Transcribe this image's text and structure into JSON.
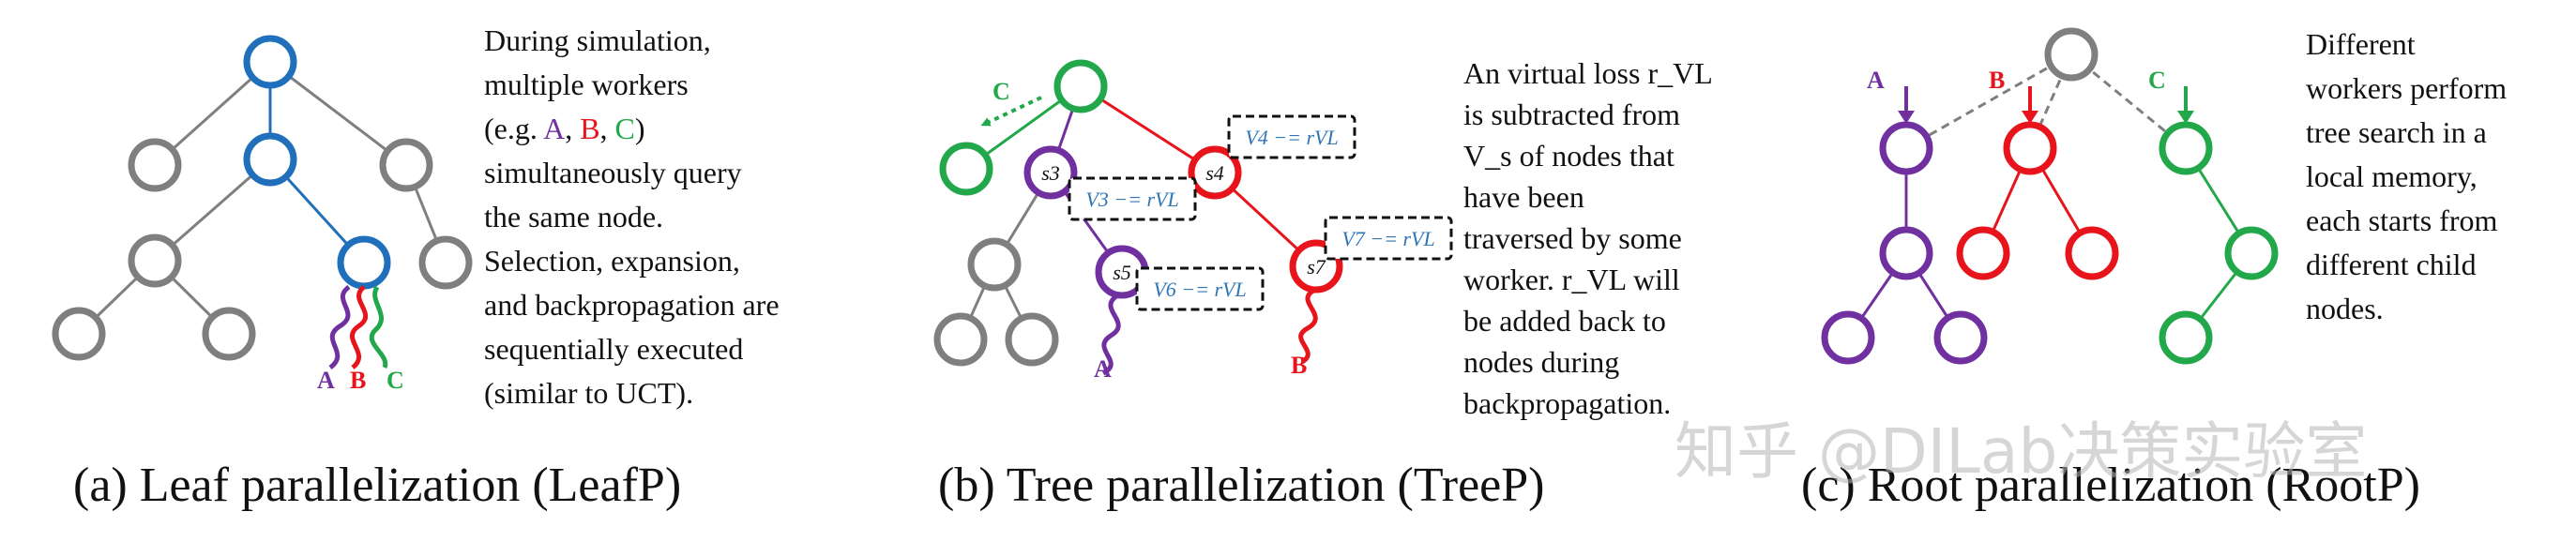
{
  "panel_a": {
    "caption": "(a) Leaf parallelization (LeafP)",
    "desc_lines": [
      "During simulation,",
      "multiple workers",
      "(e.g. A, B, C)",
      "simultaneously query",
      "the same node.",
      "Selection, expansion,",
      "and backpropagation are",
      "sequentially executed",
      "(similar to UCT)."
    ],
    "workers": [
      "A",
      "B",
      "C"
    ]
  },
  "panel_b": {
    "caption": "(b) Tree parallelization (TreeP)",
    "desc_lines": [
      "An virtual loss r_VL",
      "is subtracted from",
      "V_s of nodes that",
      "have been",
      "traversed by some",
      "worker. r_VL will",
      "be added back to",
      "nodes during",
      "backpropagation."
    ],
    "node_labels": [
      "s3",
      "s4",
      "s5",
      "s7"
    ],
    "virtual_loss_labels": [
      "V4 −= rVL",
      "V3 −= rVL",
      "V7 −= rVL",
      "V6 −= rVL"
    ],
    "workers": [
      "A",
      "B",
      "C"
    ]
  },
  "panel_c": {
    "caption": "(c) Root parallelization (RootP)",
    "desc_lines": [
      "Different",
      "workers perform",
      "tree search in a",
      "local memory,",
      "each starts from",
      "different child",
      "nodes."
    ],
    "workers": [
      "A",
      "B",
      "C"
    ]
  },
  "watermark": "知乎 @DILab决策实验室",
  "colors": {
    "gray": "#7f7f7f",
    "blue": "#1f6fba",
    "green": "#22a84a",
    "purple": "#7030a0",
    "red": "#e8141c",
    "annot_blue": "#2e75b6"
  }
}
